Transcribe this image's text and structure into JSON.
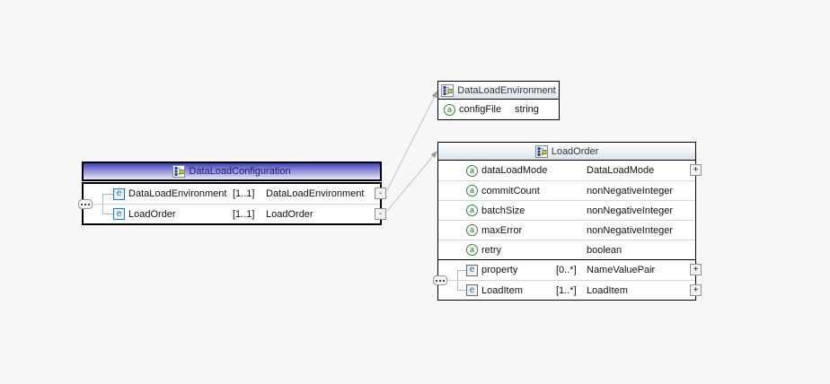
{
  "colors": {
    "canvas_background": "#f7f7f7",
    "box_border": "#000000",
    "selected_header_top": "#3f43b0",
    "selected_header_bottom": "#e6e8fa",
    "selected_header_text": "#1a1a80",
    "header_gradient_bottom": "#d7e2ef",
    "header_text": "#333333",
    "element_icon_blue": "#2a65a5",
    "attribute_icon_green": "#2b6e2b",
    "row_separator": "#d6d6d6",
    "connector_line": "#c2c2c2",
    "connector_arrow": "#9a9a9a"
  },
  "icons": {
    "element_letter": "e",
    "attribute_letter": "a"
  },
  "boxes": {
    "dataLoadConfiguration": {
      "title": "DataLoadConfiguration",
      "elements": [
        {
          "name": "DataLoadEnvironment",
          "cardinality": "[1..1]",
          "type": "DataLoadEnvironment",
          "collapse_label": "-"
        },
        {
          "name": "LoadOrder",
          "cardinality": "[1..1]",
          "type": "LoadOrder",
          "collapse_label": "-"
        }
      ]
    },
    "dataLoadEnvironment": {
      "title": "DataLoadEnvironment",
      "attributes": [
        {
          "name": "configFile",
          "type": "string"
        }
      ]
    },
    "loadOrder": {
      "title": "LoadOrder",
      "attributes": [
        {
          "name": "dataLoadMode",
          "type": "DataLoadMode",
          "expand_label": "+"
        },
        {
          "name": "commitCount",
          "type": "nonNegativeInteger"
        },
        {
          "name": "batchSize",
          "type": "nonNegativeInteger"
        },
        {
          "name": "maxError",
          "type": "nonNegativeInteger"
        },
        {
          "name": "retry",
          "type": "boolean"
        }
      ],
      "elements": [
        {
          "name": "property",
          "cardinality": "[0..*]",
          "type": "NameValuePair",
          "expand_label": "+"
        },
        {
          "name": "LoadItem",
          "cardinality": "[1..*]",
          "type": "LoadItem",
          "expand_label": "+"
        }
      ]
    }
  }
}
